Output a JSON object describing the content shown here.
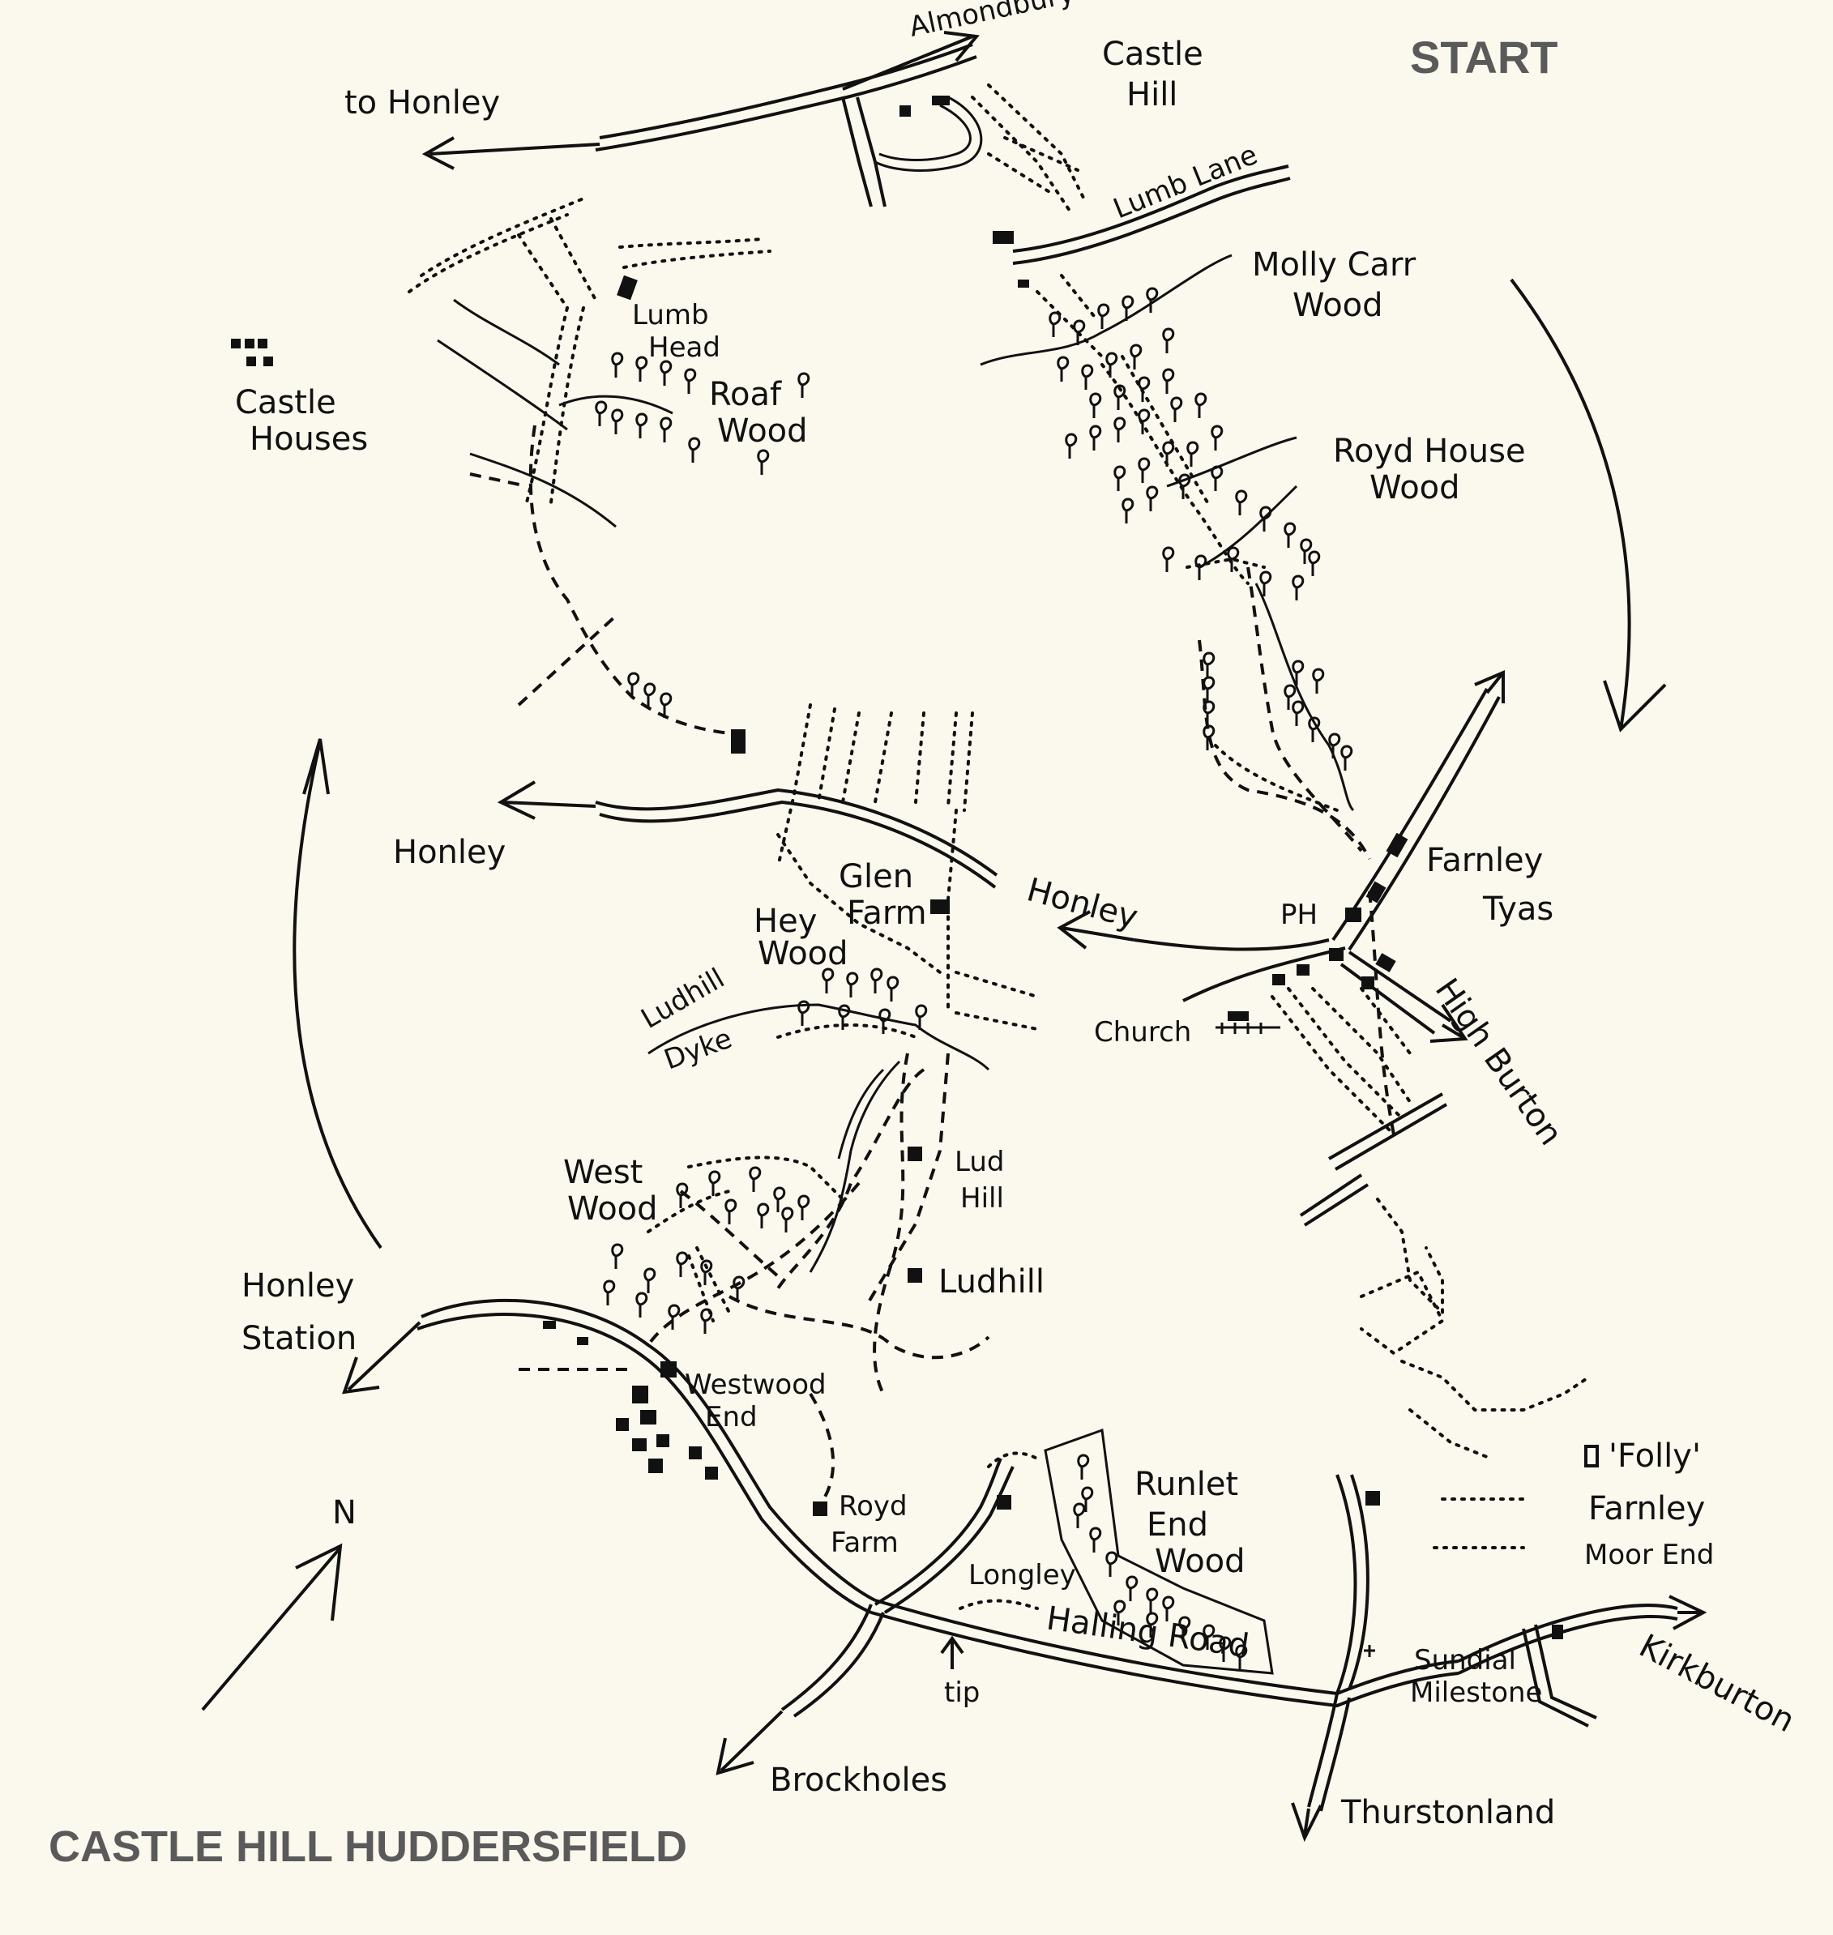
{
  "map": {
    "start_label": "START",
    "caption": "CASTLE HILL HUDDERSFIELD",
    "north_label": "N",
    "places": {
      "almondbury": "Almondbury",
      "castle_hill_1": "Castle",
      "castle_hill_2": "Hill",
      "to_honley": "to Honley",
      "lumb_lane": "Lumb Lane",
      "molly_carr_1": "Molly Carr",
      "molly_carr_2": "Wood",
      "lumb_head_1": "Lumb",
      "lumb_head_2": "Head",
      "roaf_wood_1": "Roaf",
      "roaf_wood_2": "Wood",
      "castle_houses_1": "Castle",
      "castle_houses_2": "Houses",
      "royd_house_1": "Royd House",
      "royd_house_2": "Wood",
      "honley_mid": "Honley",
      "glen_farm_1": "Glen",
      "glen_farm_2": "Farm",
      "honley_right": "Honley",
      "farnley_1": "Farnley",
      "farnley_2": "Tyas",
      "ph": "PH",
      "hey_wood_1": "Hey",
      "hey_wood_2": "Wood",
      "ludhill_dyke_1": "Ludhill",
      "ludhill_dyke_2": "Dyke",
      "church": "Church",
      "high_burton": "High Burton",
      "west_wood_1": "West",
      "west_wood_2": "Wood",
      "lud_hill_1": "Lud",
      "lud_hill_2": "Hill",
      "ludhill": "Ludhill",
      "honley_station_1": "Honley",
      "honley_station_2": "Station",
      "westwood_end_1": "Westwood",
      "westwood_end_2": "End",
      "royd_farm_1": "Royd",
      "royd_farm_2": "Farm",
      "runlet_1": "Runlet",
      "runlet_2": "End",
      "runlet_3": "Wood",
      "folly": "'Folly'",
      "farnley_moor_1": "Farnley",
      "farnley_moor_2": "Moor End",
      "longley": "Longley",
      "halling_road": "Halling Road",
      "tip": "tip",
      "sundial_1": "Sundial",
      "sundial_2": "Milestone",
      "kirkburton": "Kirkburton",
      "brockholes": "Brockholes",
      "thurstonland": "Thurstonland"
    },
    "colors": {
      "paper": "#fbf8ee",
      "ink": "#111111",
      "caption": "#5a5a5a"
    }
  }
}
